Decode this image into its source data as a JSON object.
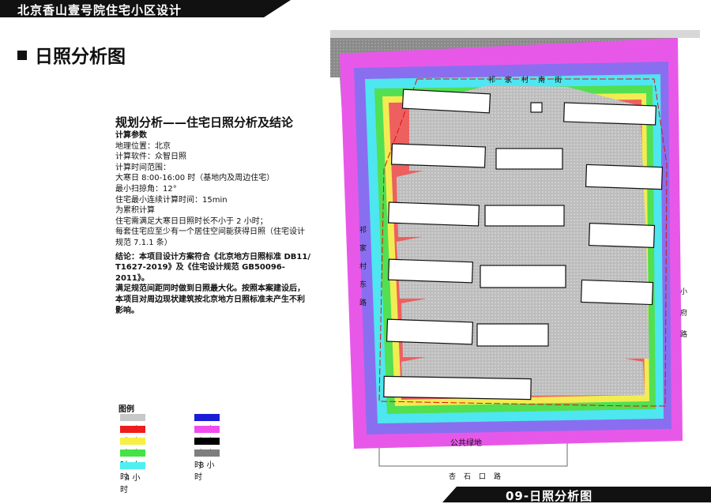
{
  "header": {
    "project_title": "北京香山壹号院住宅小区设计"
  },
  "page_title": "日照分析图",
  "analysis": {
    "heading": "规划分析——住宅日照分析及结论",
    "params_label": "计算参数",
    "lines": [
      "地理位置：北京",
      "计算软件：众智日照",
      "计算时间范围：",
      "大寒日 8:00-16:00 时（基地内及周边住宅）",
      "最小扫掠角：12°",
      "住宅最小连续计算时间：15min",
      "为累积计算",
      "住宅需满足大寒日日照时长不小于 2 小时；",
      "每套住宅应至少有一个居住空间能获得日照（住宅设计",
      "规范 7.1.1 条）"
    ],
    "conclusion_lines": [
      "结论：本项目设计方案符合《北京地方日照标准 DB11/",
      "T1627-2019》及《住宅设计规范 GB50096-2011》。",
      "满足规范间距同时做到日照最大化。按照本案建设后，",
      "本项目对周边现状建筑按北京地方日照标准未产生不利",
      "影响。"
    ]
  },
  "legend": {
    "title": "图例",
    "items": [
      {
        "label": "0 小时",
        "color": "#c8c8c8"
      },
      {
        "label": "1 小时",
        "color": "#ee1c1c"
      },
      {
        "label": "2 小时",
        "color": "#f6f046"
      },
      {
        "label": "3 小时",
        "color": "#46e246"
      },
      {
        "label": "4 小时",
        "color": "#4ef0f0"
      },
      {
        "label": "5 小时",
        "color": "#1b1bd8"
      },
      {
        "label": "6 小时",
        "color": "#f04cf0"
      },
      {
        "label": "7 小时",
        "color": "#000000"
      },
      {
        "label": "8 小时",
        "color": "#7e7e7e"
      }
    ]
  },
  "map": {
    "north_street": "祁家村南街",
    "west_road": "祁家村东路",
    "east_road": "小府路",
    "south_road": "杏石口路",
    "green_space": "公共绿地"
  },
  "footer": {
    "sheet_title": "09-日照分析图"
  }
}
